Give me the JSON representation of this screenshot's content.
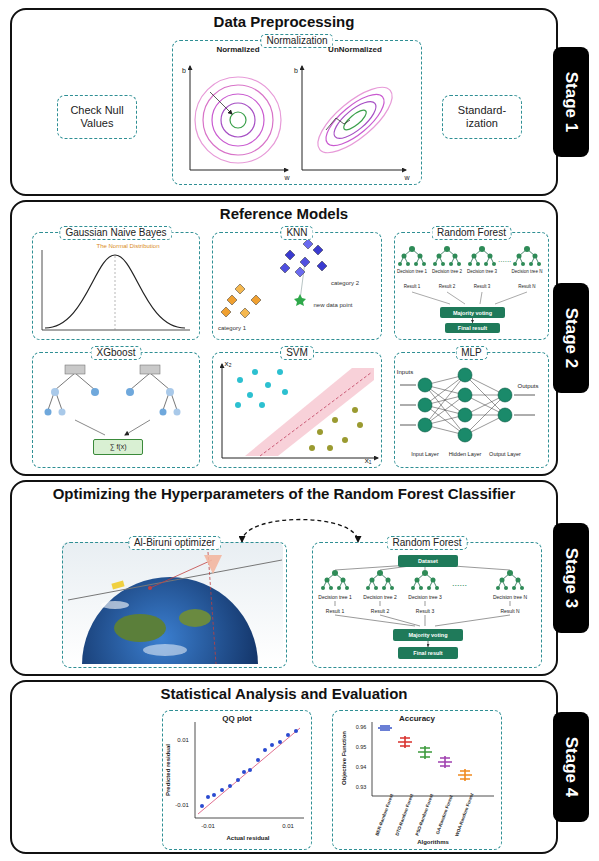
{
  "diagram": {
    "nodes": [
      {
        "text": [
          "Data Preprocessing"
        ]
      },
      {
        "text": [
          "Check Null Values"
        ],
        "in": 0
      },
      {
        "text": [
          "Normalization"
        ],
        "in": 0
      },
      {
        "text": [
          "Standard- ization"
        ],
        "in": 0
      },
      {
        "text": [
          "Reference Models"
        ]
      },
      {
        "text": [
          "Gaussian Naive Bayes"
        ],
        "in": 4
      },
      {
        "text": [
          "KNN"
        ],
        "in": 4
      },
      {
        "text": [
          "Random Forest"
        ],
        "in": 4
      },
      {
        "text": [
          "Majority voting"
        ],
        "in": 7
      },
      {
        "text": [
          "Final result"
        ],
        "in": 7
      },
      {
        "text": [
          "XGboost"
        ],
        "in": 4
      },
      {
        "text": [
          "∑ f(x)"
        ],
        "in": 10
      },
      {
        "text": [
          "SVM"
        ],
        "in": 4
      },
      {
        "text": [
          "MLP"
        ],
        "in": 4
      },
      {
        "text": [
          "Optimizing the Hyperparameters of the Random Forest Classifier"
        ]
      },
      {
        "text": [
          "Al-Biruni optimizer"
        ],
        "in": 14
      },
      {
        "text": [
          "Random Forest"
        ],
        "in": 14
      },
      {
        "text": [
          "Dataset"
        ],
        "in": 16
      },
      {
        "text": [
          "Majority voting"
        ],
        "in": 16
      },
      {
        "text": [
          "Final result"
        ],
        "in": 16
      },
      {
        "text": [
          "Statistical Analysis and Evaluation"
        ]
      },
      {
        "text": [
          "QQ plot"
        ],
        "in": 20
      },
      {
        "text": [
          "Accuracy"
        ],
        "in": 20
      },
      {
        "text": [
          "Stage 1"
        ]
      },
      {
        "text": [
          "Stage 2"
        ]
      },
      {
        "text": [
          "Stage 3"
        ]
      },
      {
        "text": [
          "Stage 4"
        ]
      }
    ],
    "edges": [
      {
        "from": 8,
        "to": 9,
        "arrow": "to"
      },
      {
        "from": 15,
        "to": 16,
        "arrow": "both"
      },
      {
        "from": 18,
        "to": 19,
        "arrow": "to"
      }
    ],
    "labels": [
      "Normalized",
      "UnNormalized",
      "b",
      "w",
      "b",
      "w",
      "The Normal Distribution",
      "category 2",
      "new data point",
      "category 1",
      "Decision tree 1",
      "Decision tree 2",
      "Decision tree 3",
      "Decision tree N",
      "Result 1",
      "Result 2",
      "Result 3",
      "Result N",
      "x₂",
      "x₁",
      "Inputs",
      "Outputs",
      "Input Layer",
      "Hidden Layer",
      "Output Layer",
      "Decision tree 1",
      "Decision tree 2",
      "Decision tree 3",
      "Decision tree N",
      "Result 1",
      "Result 2",
      "Result 3",
      "Result N",
      "0.01",
      "-0.01",
      "-0.01",
      "0.01",
      "Predicted residual",
      "Actual residual",
      "0.96",
      "0.95",
      "0.94",
      "0.93",
      "Objective Function",
      "Algorithms",
      "BER-Random Forest",
      "DTO-Random Forest",
      "PSO-Random Forest",
      "GA-Random Forest",
      "WOA-Random Forest"
    ]
  }
}
